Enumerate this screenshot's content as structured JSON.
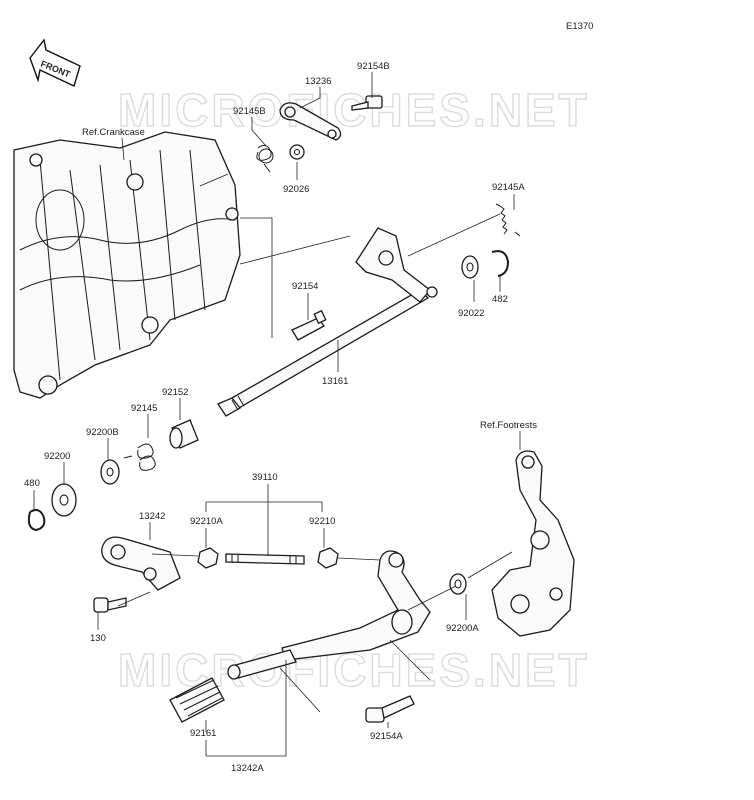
{
  "diagram_code": "E1370",
  "front_label": "FRONT",
  "watermark": "MICROFICHES.NET",
  "references": {
    "crankcase": "Ref.Crankcase",
    "footrests": "Ref.Footrests"
  },
  "part_labels": {
    "p13236": "13236",
    "p92154B": "92154B",
    "p92145B": "92145B",
    "p92026": "92026",
    "p92145A": "92145A",
    "p92154": "92154",
    "p92022": "92022",
    "p482": "482",
    "p13161": "13161",
    "p92152": "92152",
    "p92145": "92145",
    "p92200B": "92200B",
    "p92200": "92200",
    "p480": "480",
    "p39110": "39110",
    "p13242": "13242",
    "p92210A": "92210A",
    "p92210": "92210",
    "p130": "130",
    "p92200A": "92200A",
    "p92161": "92161",
    "p13242A": "13242A",
    "p92154A": "92154A"
  }
}
